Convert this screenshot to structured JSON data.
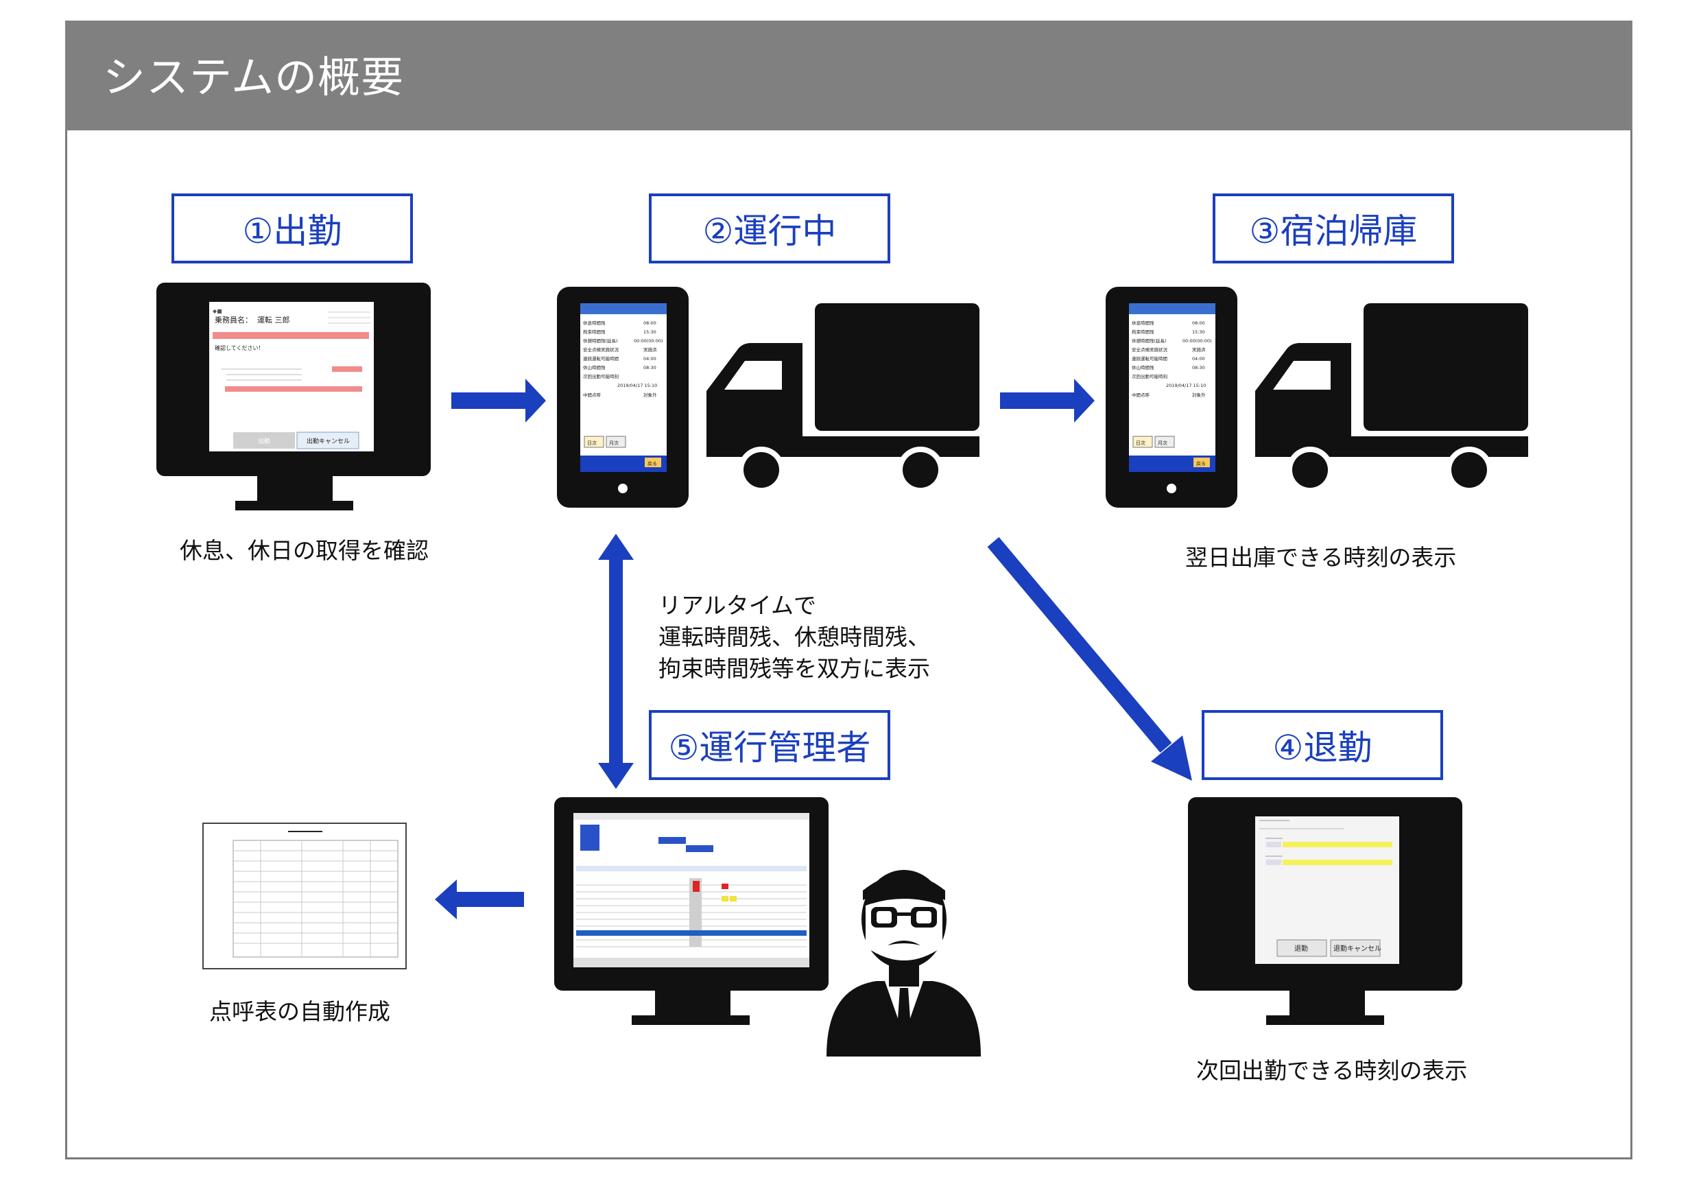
{
  "title": "システムの概要",
  "steps": {
    "s1": "①出勤",
    "s2": "②運行中",
    "s3": "③宿泊帰庫",
    "s4": "④退勤",
    "s5": "⑤運行管理者"
  },
  "captions": {
    "c1": "休息、休日の取得を確認",
    "c3": "翌日出庫できる時刻の表示",
    "c4": "次回出勤できる時刻の表示",
    "c5": "点呼表の自動作成"
  },
  "realtime_note": [
    "リアルタイムで",
    "運転時間残、休憩時間残、",
    "拘束時間残等を双方に表示"
  ],
  "screen1": {
    "name_label": "乗務員名：",
    "name": "運転 三郎",
    "confirm": "確認してください！",
    "btn_start": "出勤",
    "btn_cancel": "出勤キャンセル"
  },
  "phone": {
    "rows": [
      [
        "休息時間残",
        "08:00"
      ],
      [
        "拘束時間残",
        "15:30"
      ],
      [
        "休憩時間残(延長)",
        "00:00(00:00)"
      ],
      [
        "安全点検実施状況",
        "実施済"
      ],
      [
        "連続運転可能時間",
        "04:00"
      ],
      [
        "休山時間残",
        "08:30"
      ],
      [
        "次回出勤可能時刻",
        ""
      ]
    ],
    "datetime": "2019/04/17 15:10",
    "nakaten_label": "中間点呼",
    "nakaten_value": "対象外",
    "btn_day": "日次",
    "btn_month": "月次",
    "btn_back": "戻る"
  },
  "screen4": {
    "btn_leave": "退勤",
    "btn_cancel": "退勤キャンセル"
  },
  "colors": {
    "accent_blue": "#1a3fbf",
    "header_gray": "#808080"
  },
  "icons": [
    "monitor-icon",
    "smartphone-icon",
    "truck-icon",
    "manager-person-icon",
    "document-icon"
  ]
}
